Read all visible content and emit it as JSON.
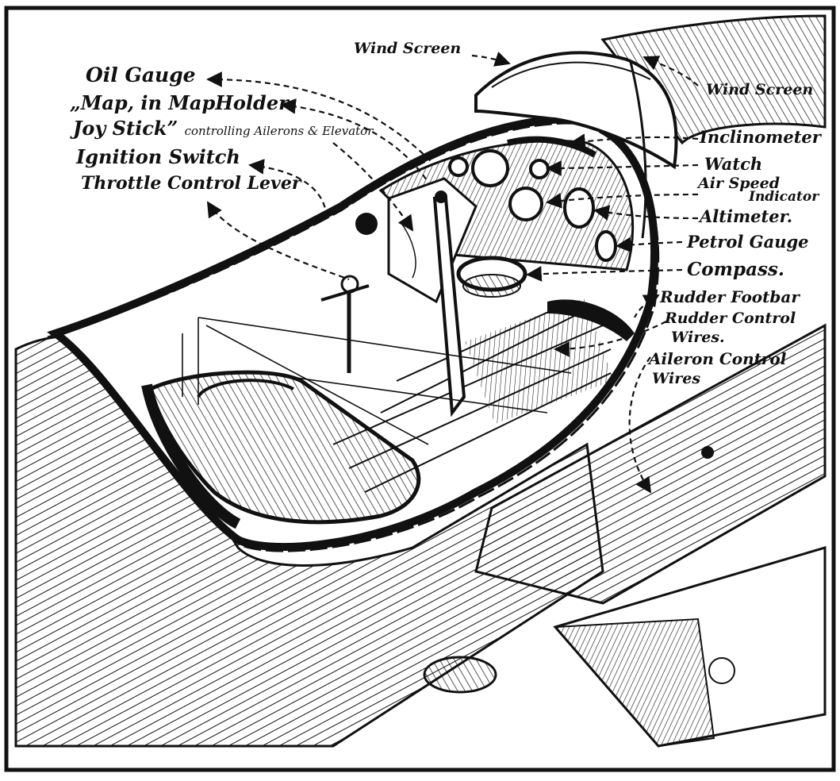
{
  "labels": {
    "wind_screen_top": "Wind Screen",
    "wind_screen_right": "Wind Screen",
    "oil_gauge": "Oil Gauge",
    "map_holder": "„Map, in MapHolder",
    "joy_stick_main": "Joy Stick”",
    "joy_stick_rest": "controlling Ailerons & Elevator",
    "ignition_switch": "Ignition Switch",
    "throttle": "Throttle Control Lever",
    "inclinometer": "Inclinometer",
    "watch": "Watch",
    "air_speed_1": "Air Speed",
    "air_speed_2": "Indicator",
    "altimeter": "Altimeter.",
    "petrol_gauge": "Petrol Gauge",
    "compass": "Compass.",
    "rudder_footbar": "Rudder Footbar",
    "rudder_wires_1": "Rudder Control",
    "rudder_wires_2": "Wires.",
    "aileron_wires_1": "Aileron Control",
    "aileron_wires_2": "Wires"
  },
  "colors": {
    "ink": "#111111",
    "paper": "#ffffff"
  }
}
